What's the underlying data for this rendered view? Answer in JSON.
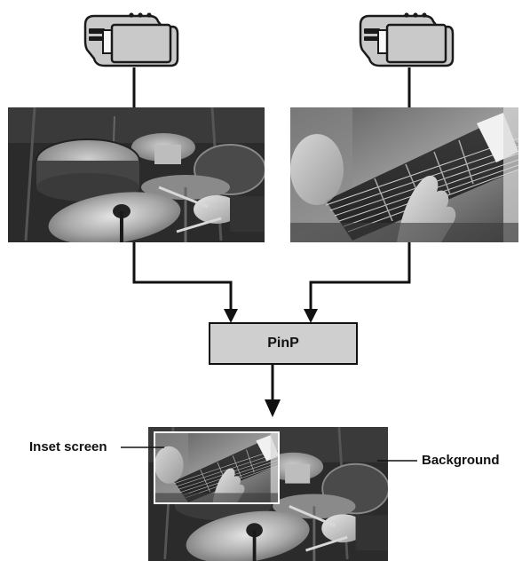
{
  "diagram": {
    "sources": [
      {
        "device": "video-camera",
        "feed": "drum-kit-footage"
      },
      {
        "device": "video-camera",
        "feed": "acoustic-guitar-footage"
      }
    ],
    "processor": {
      "label": "PinP"
    },
    "output": {
      "inset_label": "Inset screen",
      "background_label": "Background"
    }
  },
  "colors": {
    "camera_body": "#c9c9c9",
    "camera_outline": "#1a1a1a",
    "box_fill": "#cfcfcf",
    "line": "#111111",
    "photo_dark": "#2e2e2e",
    "photo_mid": "#6a6a6a",
    "photo_light": "#bdbdbd"
  }
}
